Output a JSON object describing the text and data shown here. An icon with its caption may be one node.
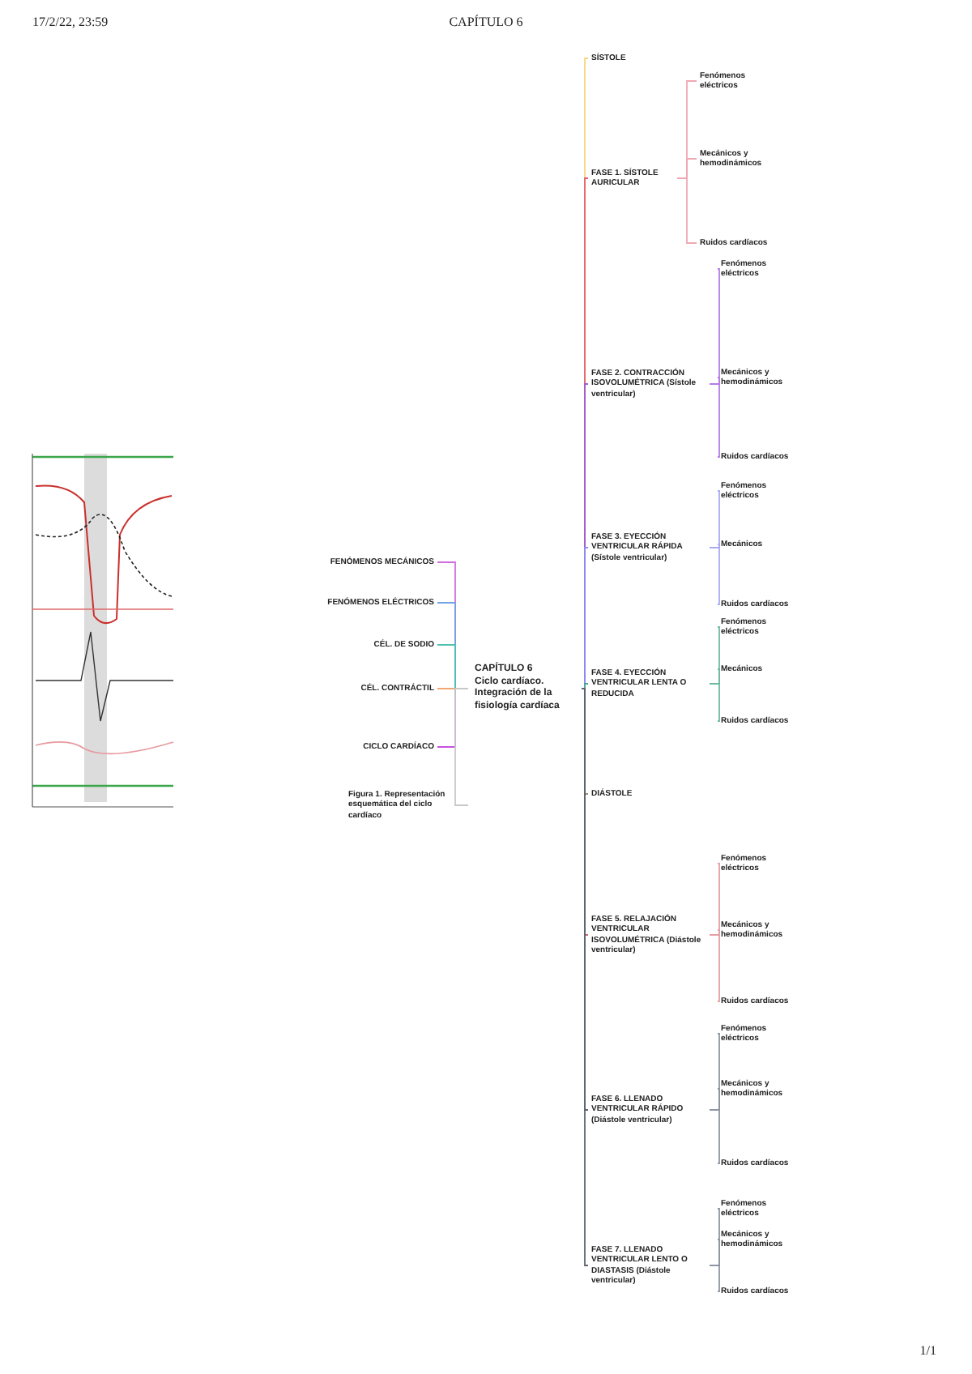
{
  "diagram": {
    "title": "CAPÍTULO 6",
    "nodes": [
      {
        "text": [
          "CAPÍTULO 6",
          "Ciclo cardíaco. Integración de la fisiología cardíaca"
        ]
      },
      {
        "text": [
          "FENÓMENOS MECÁNICOS"
        ]
      },
      {
        "text": [
          "FENÓMENOS ELÉCTRICOS"
        ]
      },
      {
        "text": [
          "CÉL. DE SODIO"
        ]
      },
      {
        "text": [
          "CÉL. CONTRÁCTIL"
        ]
      },
      {
        "text": [
          "CICLO CARDÍACO"
        ]
      },
      {
        "text": [
          "Figura 1. Representación esquemática del ciclo cardíaco"
        ]
      },
      {
        "text": [
          "SÍSTOLE"
        ]
      },
      {
        "text": [
          "FASE 1. SÍSTOLE AURICULAR"
        ]
      },
      {
        "text": [
          "Fenómenos eléctricos"
        ]
      },
      {
        "text": [
          "Mecánicos y hemodinámicos"
        ]
      },
      {
        "text": [
          "Ruidos cardíacos"
        ]
      },
      {
        "text": [
          "FASE 2. CONTRACCIÓN ISOVOLUMÉTRICA (Sístole ventricular)"
        ]
      },
      {
        "text": [
          "Fenómenos eléctricos"
        ]
      },
      {
        "text": [
          "Mecánicos y hemodinámicos"
        ]
      },
      {
        "text": [
          "Ruidos cardíacos"
        ]
      },
      {
        "text": [
          "FASE 3. EYECCIÓN VENTRICULAR RÁPIDA (Sístole ventricular)"
        ]
      },
      {
        "text": [
          "Fenómenos eléctricos"
        ]
      },
      {
        "text": [
          "Mecánicos"
        ]
      },
      {
        "text": [
          "Ruidos cardíacos"
        ]
      },
      {
        "text": [
          "FASE 4. EYECCIÓN VENTRICULAR LENTA O REDUCIDA"
        ]
      },
      {
        "text": [
          "Fenómenos eléctricos"
        ]
      },
      {
        "text": [
          "Mecánicos"
        ]
      },
      {
        "text": [
          "Ruidos cardíacos"
        ]
      },
      {
        "text": [
          "DIÁSTOLE"
        ]
      },
      {
        "text": [
          "FASE 5. RELAJACIÓN VENTRICULAR ISOVOLUMÉTRICA (Diástole ventricular)"
        ]
      },
      {
        "text": [
          "Fenómenos eléctricos"
        ]
      },
      {
        "text": [
          "Mecánicos y hemodinámicos"
        ]
      },
      {
        "text": [
          "Ruidos cardíacos"
        ]
      },
      {
        "text": [
          "FASE 6. LLENADO VENTRICULAR RÁPIDO (Diástole ventricular)"
        ]
      },
      {
        "text": [
          "Fenómenos eléctricos"
        ]
      },
      {
        "text": [
          "Mecánicos y hemodinámicos"
        ]
      },
      {
        "text": [
          "Ruidos cardíacos"
        ]
      },
      {
        "text": [
          "FASE 7. LLENADO VENTRICULAR LENTO O DIASTASIS (Diástole ventricular)"
        ]
      },
      {
        "text": [
          "Fenómenos eléctricos"
        ]
      },
      {
        "text": [
          "Mecánicos y hemodinámicos"
        ]
      },
      {
        "text": [
          "Ruidos cardíacos"
        ]
      }
    ],
    "edges": [
      {
        "from": 0,
        "to": 1,
        "arrow": "none",
        "color": "#d36ee0"
      },
      {
        "from": 0,
        "to": 2,
        "arrow": "none",
        "color": "#6fa3e6"
      },
      {
        "from": 0,
        "to": 3,
        "arrow": "none",
        "color": "#4fc1b1"
      },
      {
        "from": 0,
        "to": 4,
        "arrow": "none",
        "color": "#f2a672"
      },
      {
        "from": 0,
        "to": 5,
        "arrow": "none",
        "color": "#c653e0"
      },
      {
        "from": 0,
        "to": 6,
        "arrow": "none",
        "color": "#c8c8c8"
      },
      {
        "from": 0,
        "to": 7,
        "arrow": "none",
        "color": "#f5d57e"
      },
      {
        "from": 0,
        "to": 8,
        "arrow": "none",
        "color": "#e0606e"
      },
      {
        "from": 8,
        "to": 9,
        "arrow": "none",
        "color": "#f0a8b2"
      },
      {
        "from": 8,
        "to": 10,
        "arrow": "none",
        "color": "#f0a8b2"
      },
      {
        "from": 8,
        "to": 11,
        "arrow": "none",
        "color": "#f0a8b2"
      },
      {
        "from": 0,
        "to": 12,
        "arrow": "none",
        "color": "#a05ad8"
      },
      {
        "from": 12,
        "to": 13,
        "arrow": "none",
        "color": "#b77be6"
      },
      {
        "from": 12,
        "to": 14,
        "arrow": "none",
        "color": "#b77be6"
      },
      {
        "from": 12,
        "to": 15,
        "arrow": "none",
        "color": "#b77be6"
      },
      {
        "from": 0,
        "to": 16,
        "arrow": "none",
        "color": "#8f8ff2"
      },
      {
        "from": 16,
        "to": 17,
        "arrow": "none",
        "color": "#a9a9f5"
      },
      {
        "from": 16,
        "to": 18,
        "arrow": "none",
        "color": "#a9a9f5"
      },
      {
        "from": 16,
        "to": 19,
        "arrow": "none",
        "color": "#a9a9f5"
      },
      {
        "from": 0,
        "to": 20,
        "arrow": "none",
        "color": "#4aa88a"
      },
      {
        "from": 20,
        "to": 21,
        "arrow": "none",
        "color": "#6dbb9f"
      },
      {
        "from": 20,
        "to": 22,
        "arrow": "none",
        "color": "#6dbb9f"
      },
      {
        "from": 20,
        "to": 23,
        "arrow": "none",
        "color": "#6dbb9f"
      },
      {
        "from": 0,
        "to": 24,
        "arrow": "none",
        "color": "#a88a66"
      },
      {
        "from": 0,
        "to": 25,
        "arrow": "none",
        "color": "#d0646a"
      },
      {
        "from": 25,
        "to": 26,
        "arrow": "none",
        "color": "#e3a0a4"
      },
      {
        "from": 25,
        "to": 27,
        "arrow": "none",
        "color": "#e3a0a4"
      },
      {
        "from": 25,
        "to": 28,
        "arrow": "none",
        "color": "#e3a0a4"
      },
      {
        "from": 0,
        "to": 29,
        "arrow": "none",
        "color": "#5d6672"
      },
      {
        "from": 29,
        "to": 30,
        "arrow": "none",
        "color": "#8d96a2"
      },
      {
        "from": 29,
        "to": 31,
        "arrow": "none",
        "color": "#8d96a2"
      },
      {
        "from": 29,
        "to": 32,
        "arrow": "none",
        "color": "#8d96a2"
      },
      {
        "from": 0,
        "to": 33,
        "arrow": "none",
        "color": "#5d6672"
      },
      {
        "from": 33,
        "to": 34,
        "arrow": "none",
        "color": "#8d96a2"
      },
      {
        "from": 33,
        "to": 35,
        "arrow": "none",
        "color": "#8d96a2"
      },
      {
        "from": 33,
        "to": 36,
        "arrow": "none",
        "color": "#8d96a2"
      }
    ],
    "labels": [
      "17/2/22, 23:59",
      "1/1"
    ]
  }
}
